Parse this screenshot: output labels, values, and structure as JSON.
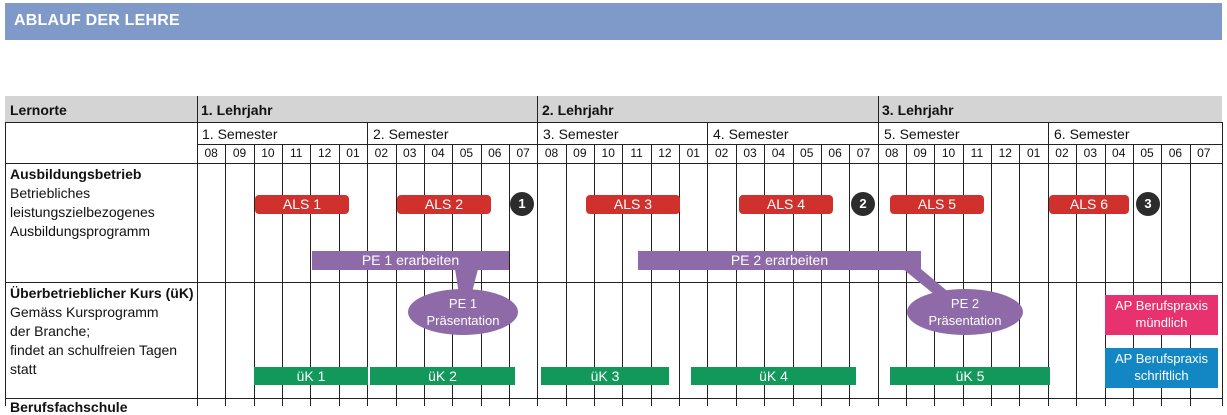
{
  "title": "ABLAUF DER LEHRE",
  "header": {
    "lernorte": "Lernorte",
    "years": [
      "1. Lehrjahr",
      "2. Lehrjahr",
      "3. Lehrjahr"
    ],
    "semesters": [
      "1. Semester",
      "2. Semester",
      "3. Semester",
      "4. Semester",
      "5. Semester",
      "6. Semester"
    ],
    "months": [
      "08",
      "09",
      "10",
      "11",
      "12",
      "01",
      "02",
      "03",
      "04",
      "05",
      "06",
      "07",
      "08",
      "09",
      "10",
      "11",
      "12",
      "01",
      "02",
      "03",
      "04",
      "05",
      "06",
      "07",
      "08",
      "09",
      "10",
      "11",
      "12",
      "01",
      "02",
      "03",
      "04",
      "05",
      "06",
      "07"
    ]
  },
  "rows": {
    "betrieb": {
      "heading": "Ausbildungsbetrieb",
      "lines": [
        "Betriebliches",
        "leistungszielbezogenes",
        "Ausbildungsprogramm"
      ]
    },
    "uek": {
      "heading": "Überbetrieblicher Kurs (üK)",
      "lines": [
        "Gemäss Kursprogramm",
        "der Branche;",
        "findet an schulfreien Tagen",
        "statt"
      ]
    },
    "next_heading": "Berufsfachschule"
  },
  "als": [
    "ALS 1",
    "ALS 2",
    "ALS 3",
    "ALS 4",
    "ALS 5",
    "ALS 6"
  ],
  "badges": [
    "1",
    "2",
    "3"
  ],
  "pe_bars": [
    "PE 1 erarbeiten",
    "PE 2 erarbeiten"
  ],
  "pe_presentations": [
    {
      "line1": "PE 1",
      "line2": "Präsentation"
    },
    {
      "line1": "PE 2",
      "line2": "Präsentation"
    }
  ],
  "uek_courses": [
    "üK 1",
    "üK 2",
    "üK 3",
    "üK 4",
    "üK 5"
  ],
  "ap_boxes": [
    {
      "line1": "AP Berufspraxis",
      "line2": "mündlich"
    },
    {
      "line1": "AP Berufspraxis",
      "line2": "schriftlich"
    }
  ],
  "colors": {
    "title_bar": "#7f9ac8",
    "header_bg": "#d4d4d4",
    "als": "#d0312d",
    "uek": "#12985b",
    "pe": "#8f6aa8",
    "badge": "#2c2c2c",
    "ap_oral": "#e8316f",
    "ap_written": "#1386c4"
  }
}
